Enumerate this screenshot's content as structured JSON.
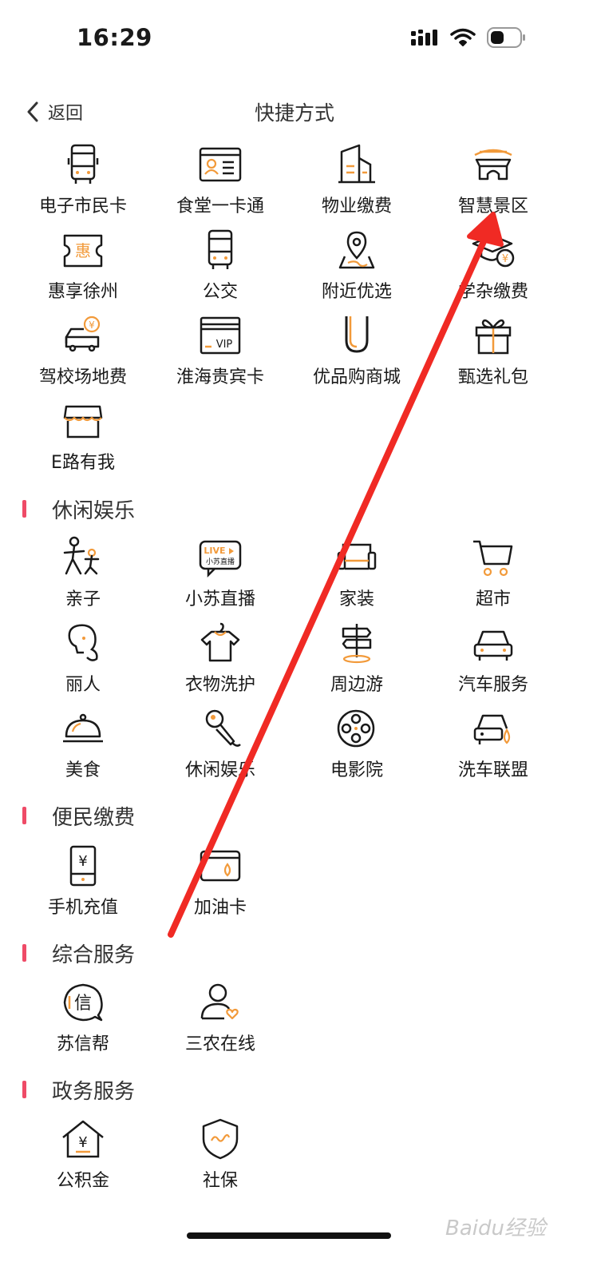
{
  "status_bar": {
    "time": "16:29"
  },
  "nav": {
    "back_label": "返回",
    "title": "快捷方式"
  },
  "shortcuts": [
    {
      "label": "电子市民卡",
      "icon": "bus-icon"
    },
    {
      "label": "食堂一卡通",
      "icon": "id-card-icon"
    },
    {
      "label": "物业缴费",
      "icon": "building-icon"
    },
    {
      "label": "智慧景区",
      "icon": "scenic-gate-icon"
    },
    {
      "label": "惠享徐州",
      "icon": "coupon-icon"
    },
    {
      "label": "公交",
      "icon": "bus-icon"
    },
    {
      "label": "附近优选",
      "icon": "location-map-icon"
    },
    {
      "label": "学杂缴费",
      "icon": "graduation-cap-icon"
    },
    {
      "label": "驾校场地费",
      "icon": "car-coin-icon"
    },
    {
      "label": "淮海贵宾卡",
      "icon": "vip-card-icon"
    },
    {
      "label": "优品购商城",
      "icon": "u-logo-icon"
    },
    {
      "label": "甄选礼包",
      "icon": "gift-icon"
    },
    {
      "label": "E路有我",
      "icon": "shop-icon"
    }
  ],
  "sections": [
    {
      "title": "休闲娱乐",
      "items": [
        {
          "label": "亲子",
          "icon": "family-icon"
        },
        {
          "label": "小苏直播",
          "icon": "live-icon",
          "badge_top": "LIVE",
          "badge_bottom": "小苏直播"
        },
        {
          "label": "家装",
          "icon": "sofa-icon"
        },
        {
          "label": "超市",
          "icon": "cart-icon"
        },
        {
          "label": "丽人",
          "icon": "woman-icon"
        },
        {
          "label": "衣物洗护",
          "icon": "shirt-icon"
        },
        {
          "label": "周边游",
          "icon": "signpost-icon"
        },
        {
          "label": "汽车服务",
          "icon": "car-icon"
        },
        {
          "label": "美食",
          "icon": "food-cloche-icon"
        },
        {
          "label": "休闲娱乐",
          "icon": "microphone-icon"
        },
        {
          "label": "电影院",
          "icon": "film-reel-icon"
        },
        {
          "label": "洗车联盟",
          "icon": "car-wash-icon"
        }
      ]
    },
    {
      "title": "便民缴费",
      "items": [
        {
          "label": "手机充值",
          "icon": "phone-yuan-icon"
        },
        {
          "label": "加油卡",
          "icon": "fuel-card-icon"
        }
      ]
    },
    {
      "title": "综合服务",
      "items": [
        {
          "label": "苏信帮",
          "icon": "xin-icon",
          "glyph": "信"
        },
        {
          "label": "三农在线",
          "icon": "user-heart-icon"
        }
      ]
    },
    {
      "title": "政务服务",
      "items": [
        {
          "label": "公积金",
          "icon": "house-yuan-icon"
        },
        {
          "label": "社保",
          "icon": "shield-icon"
        }
      ]
    }
  ],
  "colors": {
    "accent": "#f29a3a",
    "section_bar": "#ef4b67",
    "annotation_arrow": "#f02a24"
  },
  "watermark": "Baidu经验"
}
